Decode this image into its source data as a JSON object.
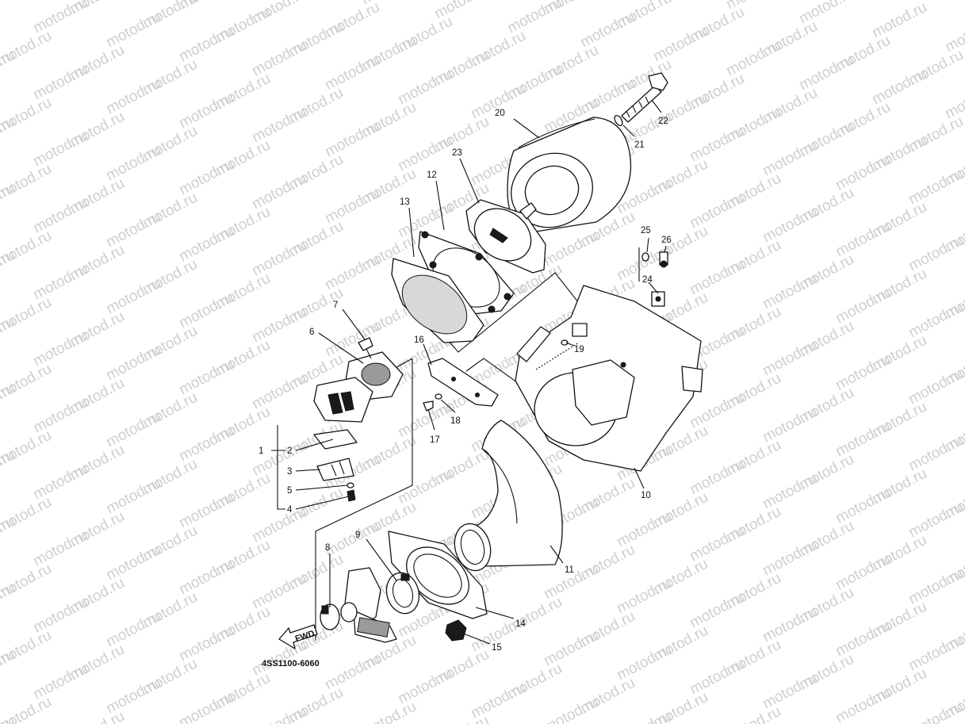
{
  "watermark": "motod.ru",
  "diagram_code": "4SS1100-6060",
  "fwd_label": "FWD",
  "callouts": [
    "1",
    "2",
    "3",
    "4",
    "5",
    "6",
    "7",
    "8",
    "9",
    "10",
    "11",
    "12",
    "13",
    "14",
    "15",
    "16",
    "17",
    "18",
    "19",
    "20",
    "21",
    "22",
    "23",
    "24",
    "25",
    "26"
  ]
}
